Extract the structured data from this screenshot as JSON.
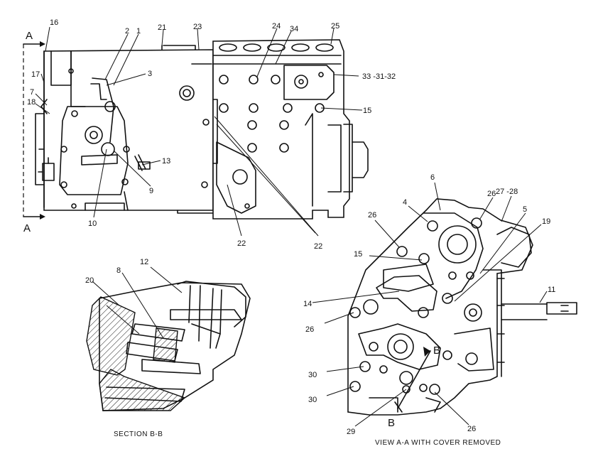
{
  "section_labels": {
    "a_top": "A",
    "a_bottom": "A",
    "b_upper": "B",
    "b_lower": "B"
  },
  "captions": {
    "section_bb": "SECTION  B-B",
    "view_aa": "VIEW  A-A     WITH COVER REMOVED"
  },
  "callouts": {
    "c16": "16",
    "c2": "2",
    "c1": "1",
    "c21": "21",
    "c23": "23",
    "c24": "24",
    "c34": "34",
    "c25": "25",
    "c3": "3",
    "c17": "17",
    "c7": "7",
    "c18": "18",
    "c33": "33 -31-32",
    "c15a": "15",
    "c13": "13",
    "c9": "9",
    "c10": "10",
    "c22a": "22",
    "c22b": "22",
    "c6": "6",
    "c26a": "26",
    "c27": "27 -28",
    "c4": "4",
    "c26b": "26",
    "c5": "5",
    "c19": "19",
    "c15b": "15",
    "c12": "12",
    "c8": "8",
    "c20": "20",
    "c14": "14",
    "c11": "11",
    "c26c": "26",
    "c30a": "30",
    "c30b": "30",
    "c29": "29",
    "c26d": "26"
  }
}
